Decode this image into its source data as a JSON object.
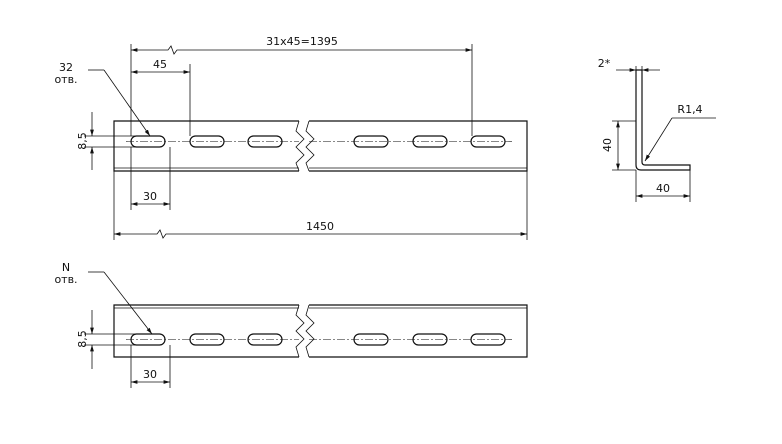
{
  "top_view": {
    "callout_count": "32",
    "callout_unit": "отв.",
    "pitch_total": "31x45=1395",
    "pitch": "45",
    "slot_height": "8,5",
    "slot_length": "30",
    "overall_length": "1450"
  },
  "section_view": {
    "thickness": "2*",
    "bend_radius": "R1,4",
    "flange_height": "40",
    "flange_width": "40"
  },
  "bottom_view": {
    "callout_count": "N",
    "callout_unit": "отв.",
    "slot_height": "8,5",
    "slot_length": "30"
  }
}
